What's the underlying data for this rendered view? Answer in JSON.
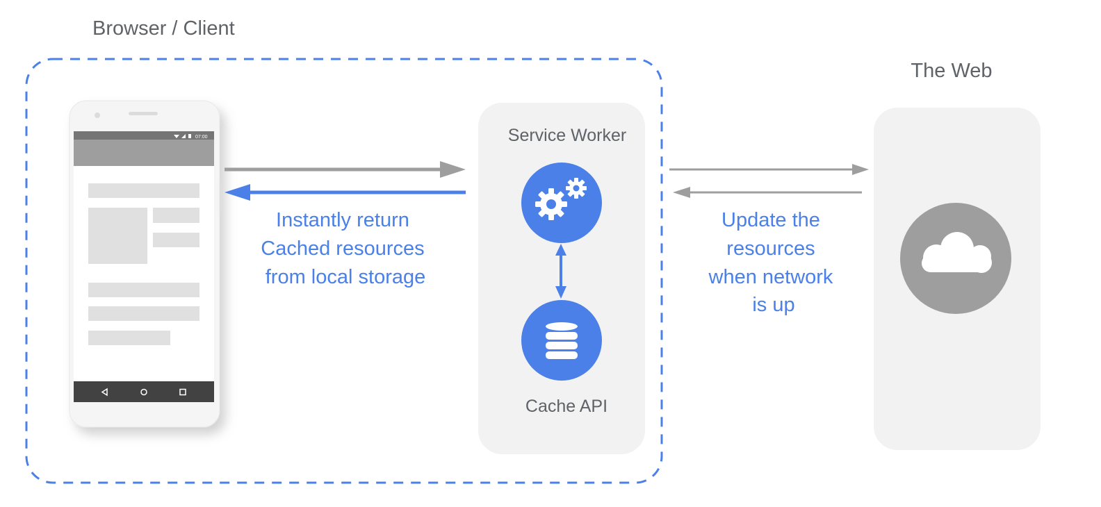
{
  "diagram": {
    "client_title": "Browser / Client",
    "web_title": "The Web",
    "service_worker_label": "Service Worker",
    "cache_api_label": "Cache API",
    "left_caption": [
      "Instantly return",
      "Cached resources",
      "from local storage"
    ],
    "right_caption": [
      "Update the",
      "resources",
      "when network",
      "is up"
    ],
    "phone_status_time": "07:00"
  },
  "colors": {
    "accent_blue": "#4a80e8",
    "arrow_gray": "#9e9e9e",
    "panel_gray": "#f2f2f2",
    "cloud_circle_gray": "#9e9e9e"
  }
}
